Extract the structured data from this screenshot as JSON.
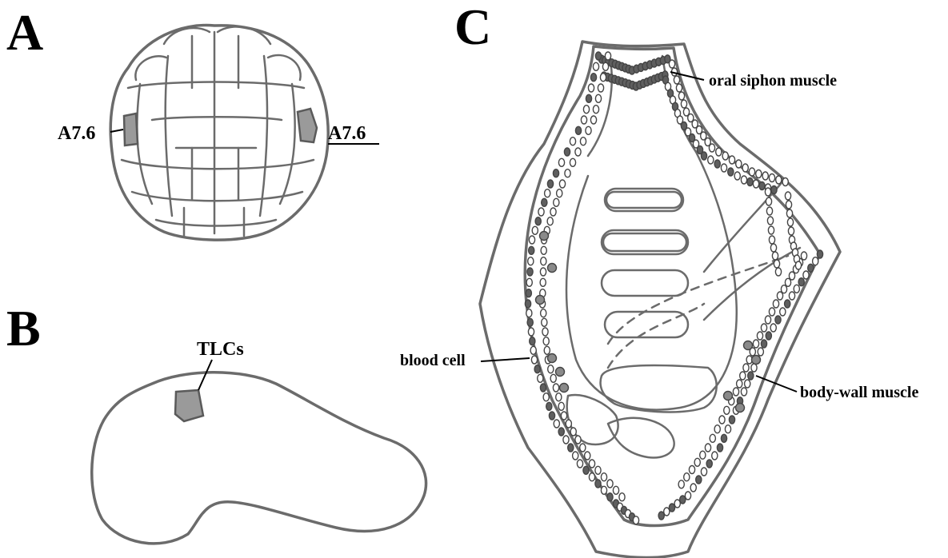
{
  "panels": {
    "a": {
      "letter": "A",
      "left_label": "A7.6",
      "right_label": "A7.6"
    },
    "b": {
      "letter": "B",
      "label": "TLCs"
    },
    "c": {
      "letter": "C",
      "labels": {
        "oral_siphon_muscle": "oral siphon muscle",
        "blood_cell": "blood cell",
        "body_wall_muscle": "body-wall muscle"
      }
    }
  },
  "colors": {
    "outline": "#6b6b6b",
    "highlight_cell": "#9a9a9a",
    "muscle_dot": "#5f5f5f"
  }
}
